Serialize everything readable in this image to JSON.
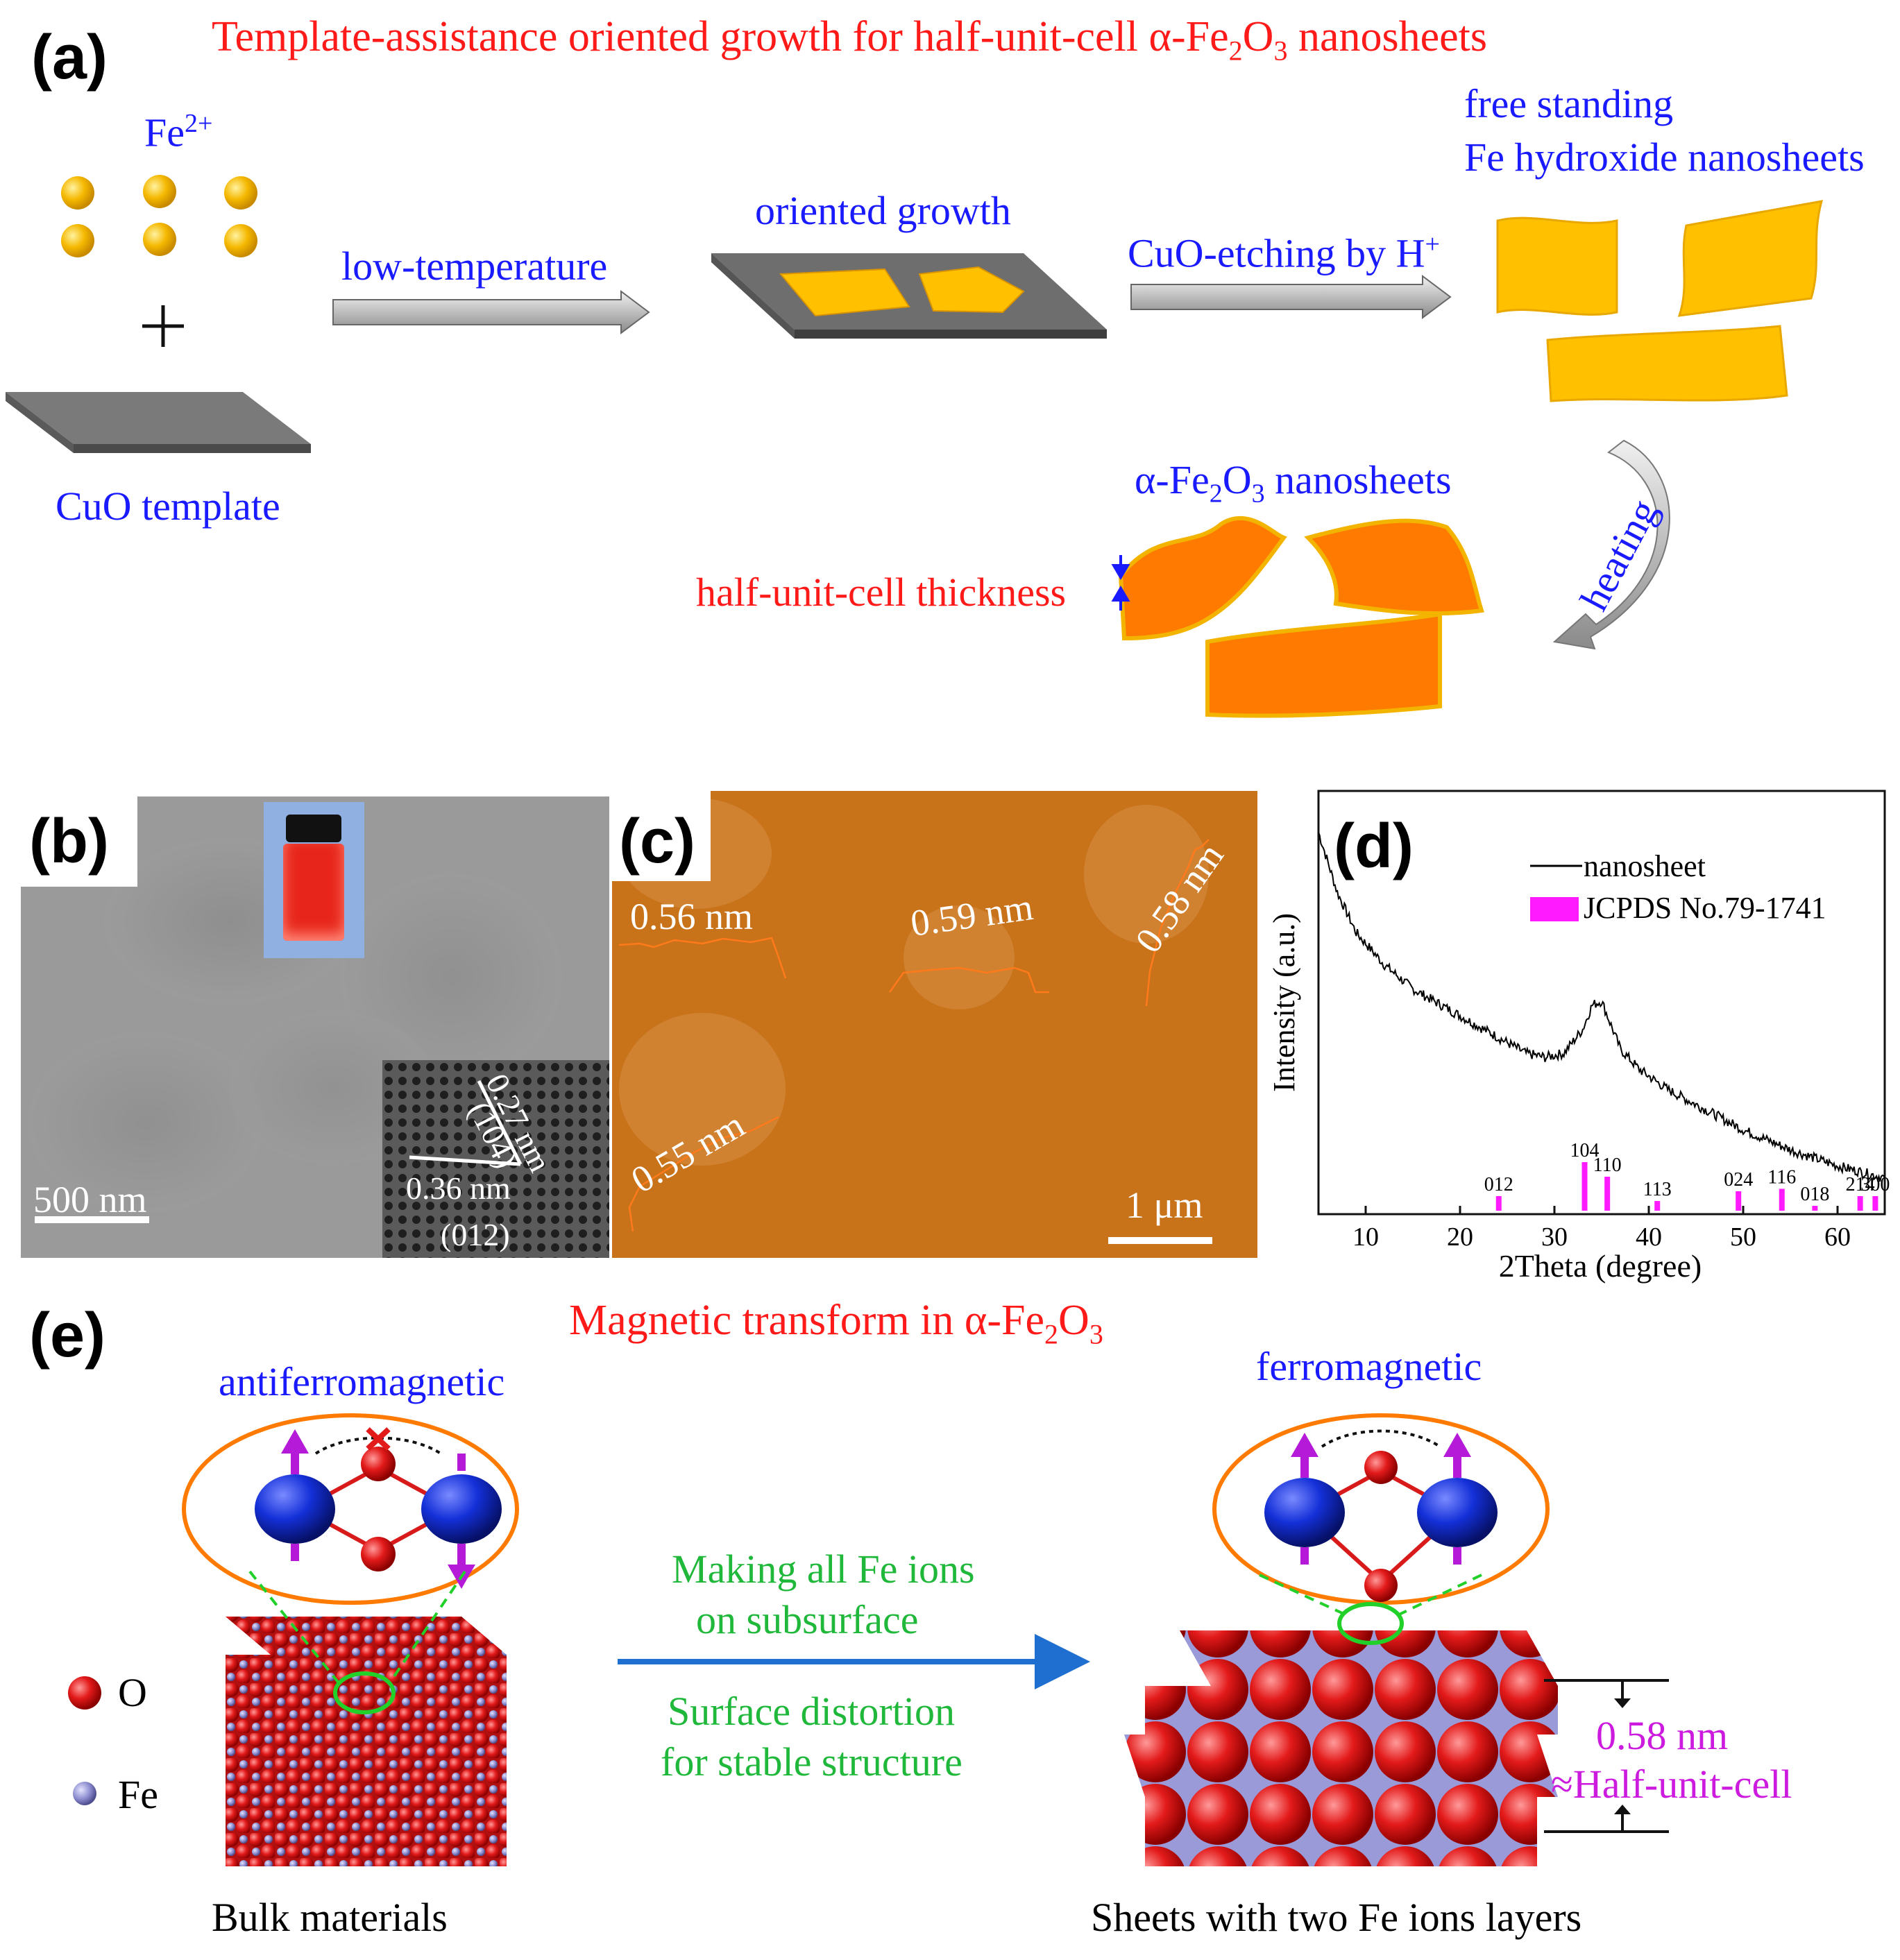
{
  "panel_a": {
    "label": "(a)",
    "title_prefix": "Template-assistance oriented growth for half-unit-cell α-Fe",
    "title_sub2": "2",
    "title_mid": "O",
    "title_sub3": "3",
    "title_suffix": " nanosheets",
    "fe_prefix": "Fe",
    "fe_sup": "2+",
    "plus": "+",
    "cuo_template": "CuO template",
    "low_temperature": "low-temperature",
    "oriented_growth": "oriented growth",
    "cuo_etching": "CuO-etching by H",
    "h_sup": "+",
    "free_standing": "free standing",
    "fe_hydroxide": "Fe hydroxide nanosheets",
    "heating": "heating",
    "alpha_prefix": "α-Fe",
    "alpha_sub2": "2",
    "alpha_mid": "O",
    "alpha_sub3": "3",
    "alpha_suffix": " nanosheets",
    "half_unit_cell_thickness": "half-unit-cell thickness"
  },
  "panel_b": {
    "label": "(b)",
    "scale_bar": "500 nm",
    "d_spacing_1": "0.27 nm",
    "plane_1": "(104)",
    "d_spacing_2": "0.36 nm",
    "plane_2": "(012)"
  },
  "panel_c": {
    "label": "(c)",
    "heights": [
      "0.56 nm",
      "0.59 nm",
      "0.58 nm",
      "0.55 nm"
    ],
    "scale_bar": "1 μm"
  },
  "panel_d": {
    "label": "(d)"
  },
  "chart_data": {
    "type": "line",
    "xlabel": "2Theta (degree)",
    "ylabel": "Intensity (a.u.)",
    "xlim": [
      5,
      65
    ],
    "x_ticks": [
      10,
      20,
      30,
      40,
      50,
      60
    ],
    "legend_position": "top-right",
    "series": [
      {
        "name": "nanosheet",
        "color": "#000000",
        "x": [
          5,
          7,
          9,
          12,
          15,
          18,
          21,
          24,
          27,
          29,
          31,
          33,
          34,
          35,
          36,
          37,
          39,
          42,
          46,
          50,
          55,
          60,
          65
        ],
        "y": [
          0.95,
          0.8,
          0.7,
          0.62,
          0.56,
          0.52,
          0.48,
          0.44,
          0.4,
          0.39,
          0.4,
          0.46,
          0.52,
          0.53,
          0.47,
          0.41,
          0.36,
          0.31,
          0.26,
          0.21,
          0.16,
          0.12,
          0.09
        ]
      }
    ],
    "reference": {
      "name": "JCPDS No.79-1741",
      "color": "#ff1aff",
      "peaks": [
        {
          "label": "012",
          "x": 24.1,
          "y": 0.3
        },
        {
          "label": "104",
          "x": 33.2,
          "y": 1.0
        },
        {
          "label": "110",
          "x": 35.6,
          "y": 0.7
        },
        {
          "label": "113",
          "x": 40.9,
          "y": 0.2
        },
        {
          "label": "024",
          "x": 49.5,
          "y": 0.4
        },
        {
          "label": "116",
          "x": 54.1,
          "y": 0.45
        },
        {
          "label": "018",
          "x": 57.6,
          "y": 0.1
        },
        {
          "label": "214",
          "x": 62.4,
          "y": 0.3
        },
        {
          "label": "300",
          "x": 64.0,
          "y": 0.3
        }
      ]
    }
  },
  "panel_e": {
    "label": "(e)",
    "title_prefix": "Magnetic transform in α-Fe",
    "title_sub2": "2",
    "title_mid": "O",
    "title_sub3": "3",
    "antiferromagnetic": "antiferromagnetic",
    "ferromagnetic": "ferromagnetic",
    "legend_o": "O",
    "legend_fe": "Fe",
    "arrow_text_1": "Making all Fe ions",
    "arrow_text_2": "on subsurface",
    "arrow_text_3": "Surface distortion",
    "arrow_text_4": "for stable structure",
    "thickness": "0.58 nm",
    "half_unit_cell": "≈Half-unit-cell",
    "bulk_caption": "Bulk materials",
    "sheet_caption": "Sheets with two Fe ions layers"
  },
  "colors": {
    "title_red": "#ff1a1a",
    "label_blue": "#1a1aff",
    "text_green": "#1fb83a",
    "magenta": "#cc1adf",
    "sheet_yellow": "#ffc000",
    "sheet_orange": "#ff7a00",
    "afm_bg": "#c8721a",
    "o_red": "#e31a1a",
    "fe_purple": "#8c8ccf"
  }
}
